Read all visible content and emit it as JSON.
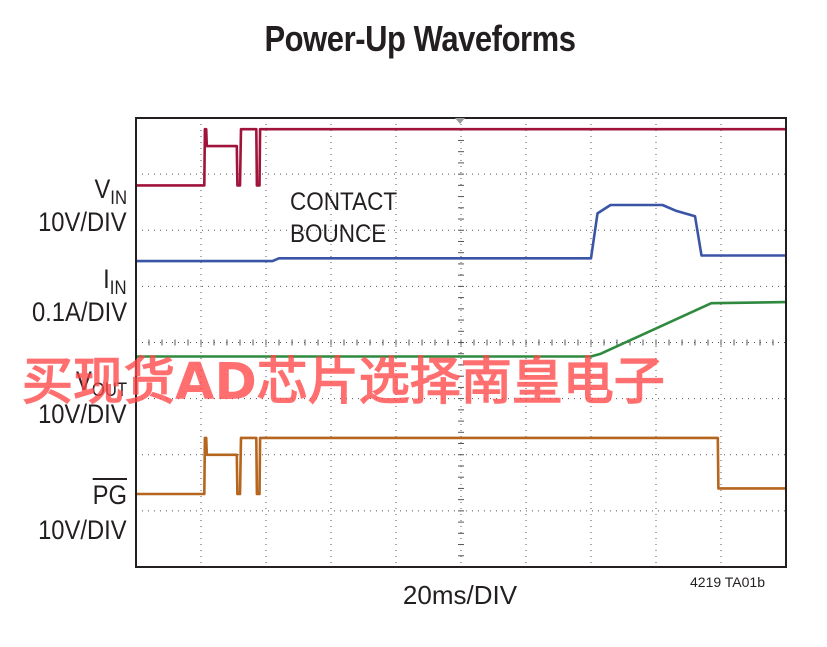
{
  "title": "Power-Up Waveforms",
  "annotation": [
    "CONTACT",
    "BOUNCE"
  ],
  "xlabel": "20ms/DIV",
  "figure_code": "4219 TA01b",
  "watermark": "买现货AD芯片选择南皇电子",
  "labels": {
    "vin": {
      "name": "V",
      "sub": "IN",
      "scale": "10V/DIV"
    },
    "iin": {
      "name": "I",
      "sub": "IN",
      "scale": "0.1A/DIV"
    },
    "vout": {
      "name": "V",
      "sub": "OUT",
      "scale": "10V/DIV"
    },
    "pg": {
      "name": "PG",
      "scale": "10V/DIV"
    }
  },
  "colors": {
    "vin": "#a0143c",
    "iin": "#3b55a6",
    "vout": "#2f8a3f",
    "pg": "#b5651d",
    "grid": "#555555",
    "watermark": "#ff4646"
  },
  "chart_data": {
    "type": "line",
    "title": "Power-Up Waveforms",
    "xlabel": "20ms/DIV",
    "x_divisions": 10,
    "y_divisions": 8,
    "grid": true,
    "x_unit": "ms",
    "series": [
      {
        "name": "VIN",
        "scale": "10V/DIV",
        "x": [
          0,
          21,
          21.2,
          21.6,
          21.8,
          31,
          31.2,
          32,
          32.3,
          37,
          37.2,
          38,
          38.2,
          41,
          41.2,
          200
        ],
        "y": [
          6.8,
          6.8,
          7.8,
          7.8,
          7.5,
          7.5,
          6.8,
          6.8,
          7.8,
          7.8,
          6.8,
          6.8,
          7.8,
          7.8,
          7.8,
          7.8
        ]
      },
      {
        "name": "IIN",
        "scale": "0.1A/DIV",
        "x": [
          0,
          42,
          44,
          140,
          142,
          146,
          162,
          166,
          172,
          174,
          200
        ],
        "y": [
          5.45,
          5.45,
          5.5,
          5.5,
          6.3,
          6.45,
          6.45,
          6.35,
          6.25,
          5.55,
          5.55
        ]
      },
      {
        "name": "VOUT",
        "scale": "10V/DIV",
        "x": [
          0,
          140,
          143,
          177,
          200
        ],
        "y": [
          3.75,
          3.75,
          3.8,
          4.7,
          4.72
        ]
      },
      {
        "name": "PG",
        "scale": "10V/DIV",
        "x": [
          0,
          21,
          21.2,
          21.6,
          21.8,
          31,
          31.2,
          32,
          32.3,
          37,
          37.2,
          38,
          38.2,
          41,
          41.2,
          179,
          179.2,
          200
        ],
        "y": [
          1.3,
          1.3,
          2.3,
          2.3,
          2.0,
          2.0,
          1.3,
          1.3,
          2.3,
          2.3,
          1.3,
          1.3,
          2.3,
          2.3,
          2.3,
          2.3,
          1.4,
          1.4
        ]
      }
    ]
  }
}
